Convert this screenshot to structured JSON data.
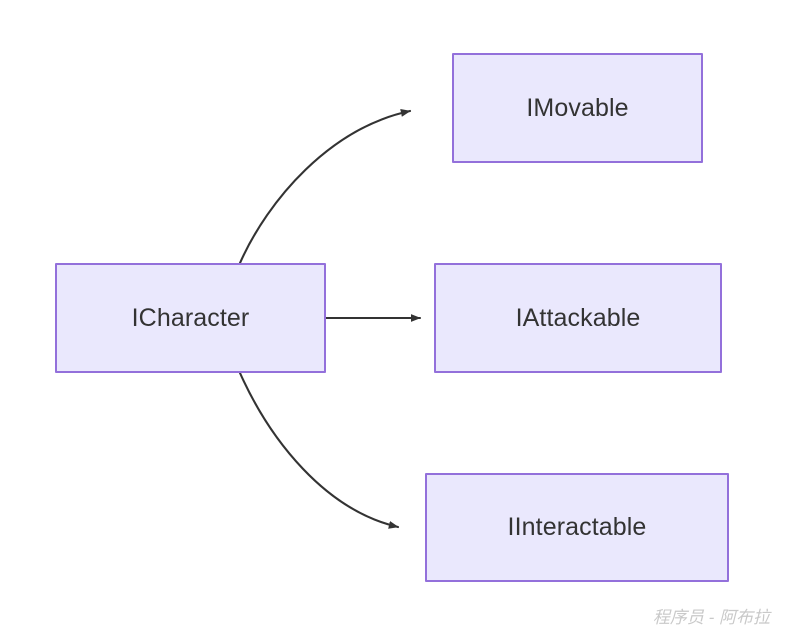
{
  "diagram": {
    "type": "flowchart",
    "direction": "left-to-right",
    "background_color": "#ffffff",
    "node_fill_color": "#eae8fd",
    "node_border_color": "#9370db",
    "node_text_color": "#333333",
    "edge_color": "#333333",
    "nodes": [
      {
        "id": "icharacter",
        "label": "ICharacter",
        "role": "source-interface"
      },
      {
        "id": "imovable",
        "label": "IMovable",
        "role": "target-interface"
      },
      {
        "id": "iattackable",
        "label": "IAttackable",
        "role": "target-interface"
      },
      {
        "id": "iinteractable",
        "label": "IInteractable",
        "role": "target-interface"
      }
    ],
    "edges": [
      {
        "from": "ICharacter",
        "to": "IMovable",
        "style": "curved-arrow",
        "arrowhead": "filled-triangle",
        "label": ""
      },
      {
        "from": "ICharacter",
        "to": "IAttackable",
        "style": "straight-arrow",
        "arrowhead": "filled-triangle",
        "label": ""
      },
      {
        "from": "ICharacter",
        "to": "IInteractable",
        "style": "curved-arrow",
        "arrowhead": "filled-triangle",
        "label": ""
      }
    ]
  },
  "watermark": {
    "text": "程序员 - 阿布拉",
    "color": "#c9c9c9"
  }
}
